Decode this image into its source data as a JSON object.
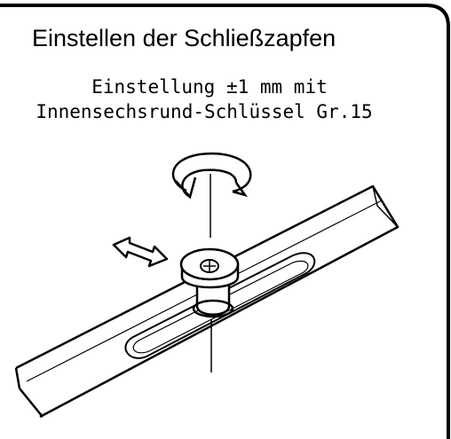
{
  "heading": "Einstellen der Schließzapfen",
  "caption": {
    "line1": "Einstellung ±1 mm mit",
    "line2": "Innensechsrund-Schlüssel Gr.15"
  },
  "icons": [
    "rotation-arrow-icon",
    "double-arrow-icon"
  ],
  "colors": {
    "stroke": "#000000",
    "background": "#ffffff"
  }
}
